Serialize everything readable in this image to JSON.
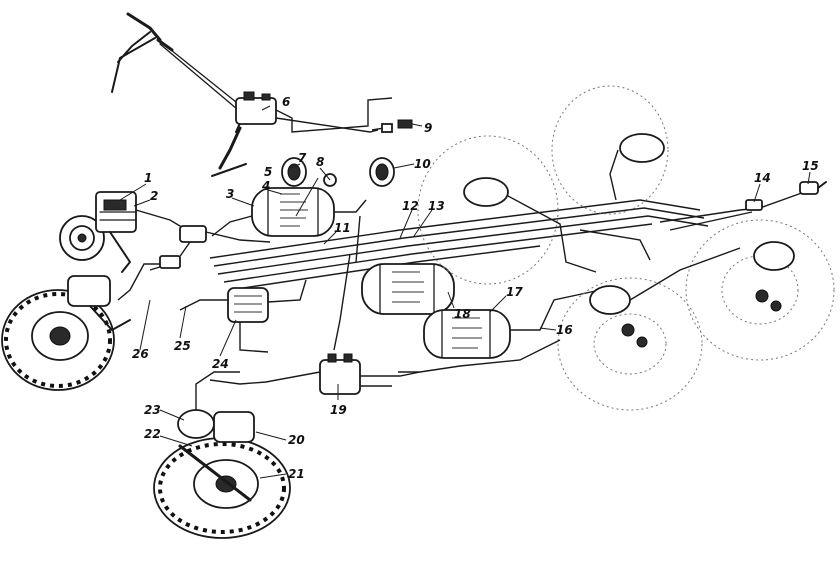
{
  "callouts": [
    {
      "id": "1",
      "text": "1"
    },
    {
      "id": "2",
      "text": "2"
    },
    {
      "id": "3",
      "text": "3"
    },
    {
      "id": "4",
      "text": "4"
    },
    {
      "id": "5",
      "text": "5"
    },
    {
      "id": "6",
      "text": "6"
    },
    {
      "id": "7",
      "text": "7"
    },
    {
      "id": "8",
      "text": "8"
    },
    {
      "id": "9",
      "text": "9"
    },
    {
      "id": "10",
      "text": "10"
    },
    {
      "id": "11",
      "text": "11"
    },
    {
      "id": "12",
      "text": "12"
    },
    {
      "id": "13",
      "text": "13"
    },
    {
      "id": "14",
      "text": "14"
    },
    {
      "id": "15",
      "text": "15"
    },
    {
      "id": "16",
      "text": "16"
    },
    {
      "id": "17",
      "text": "17"
    },
    {
      "id": "18",
      "text": "18"
    },
    {
      "id": "19",
      "text": "19"
    },
    {
      "id": "20",
      "text": "20"
    },
    {
      "id": "21",
      "text": "21"
    },
    {
      "id": "22",
      "text": "22"
    },
    {
      "id": "23",
      "text": "23"
    },
    {
      "id": "24",
      "text": "24"
    },
    {
      "id": "25",
      "text": "25"
    },
    {
      "id": "26",
      "text": "26"
    }
  ],
  "colors": {
    "line": "#1a1a1a",
    "background": "#ffffff"
  }
}
